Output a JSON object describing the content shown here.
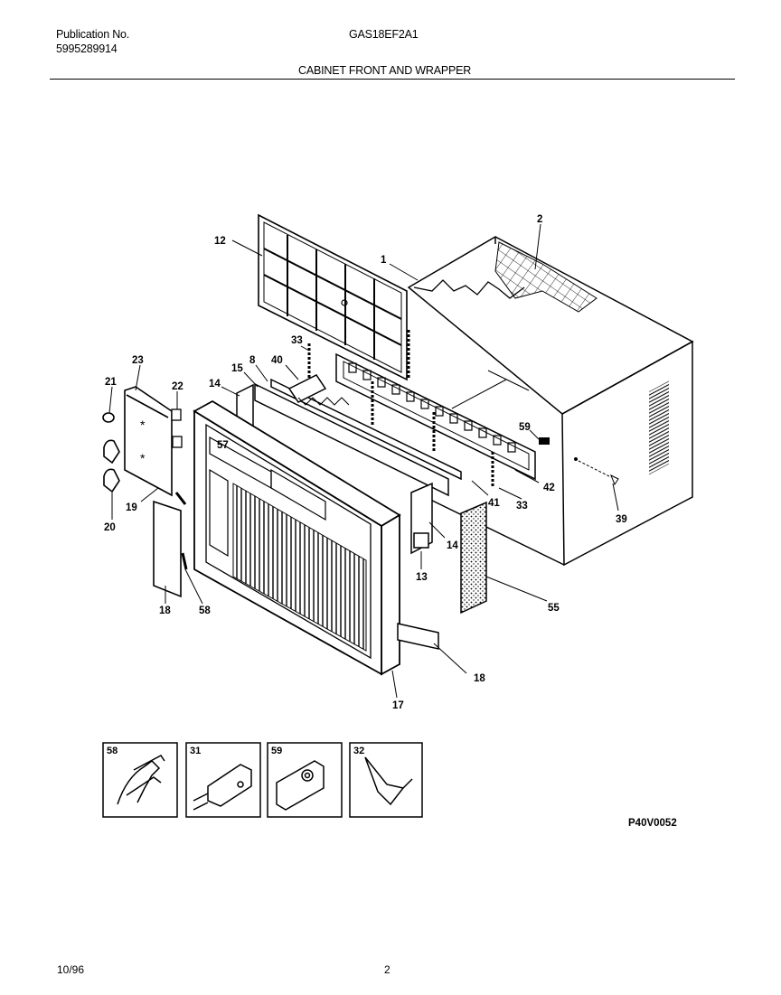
{
  "header": {
    "publication_label": "Publication No.",
    "publication_number": "5995289914",
    "model": "GAS18EF2A1",
    "section_title": "CABINET FRONT AND WRAPPER"
  },
  "callouts": [
    {
      "id": "c1",
      "text": "1"
    },
    {
      "id": "c2",
      "text": "2"
    },
    {
      "id": "c12",
      "text": "12"
    },
    {
      "id": "c33a",
      "text": "33"
    },
    {
      "id": "c8",
      "text": "8"
    },
    {
      "id": "c40",
      "text": "40"
    },
    {
      "id": "c15",
      "text": "15"
    },
    {
      "id": "c14a",
      "text": "14"
    },
    {
      "id": "c23",
      "text": "23"
    },
    {
      "id": "c21",
      "text": "21"
    },
    {
      "id": "c22",
      "text": "22"
    },
    {
      "id": "c57",
      "text": "57"
    },
    {
      "id": "c59",
      "text": "59"
    },
    {
      "id": "c42",
      "text": "42"
    },
    {
      "id": "c41",
      "text": "41"
    },
    {
      "id": "c33b",
      "text": "33"
    },
    {
      "id": "c39",
      "text": "39"
    },
    {
      "id": "c19",
      "text": "19"
    },
    {
      "id": "c20",
      "text": "20"
    },
    {
      "id": "c14b",
      "text": "14"
    },
    {
      "id": "c13",
      "text": "13"
    },
    {
      "id": "c55",
      "text": "55"
    },
    {
      "id": "c18a",
      "text": "18"
    },
    {
      "id": "c58",
      "text": "58"
    },
    {
      "id": "c18b",
      "text": "18"
    },
    {
      "id": "c17",
      "text": "17"
    }
  ],
  "detail_boxes": [
    {
      "label": "58"
    },
    {
      "label": "31"
    },
    {
      "label": "59"
    },
    {
      "label": "32"
    }
  ],
  "figure_code": "P40V0052",
  "footer": {
    "date": "10/96",
    "page_number": "2"
  }
}
